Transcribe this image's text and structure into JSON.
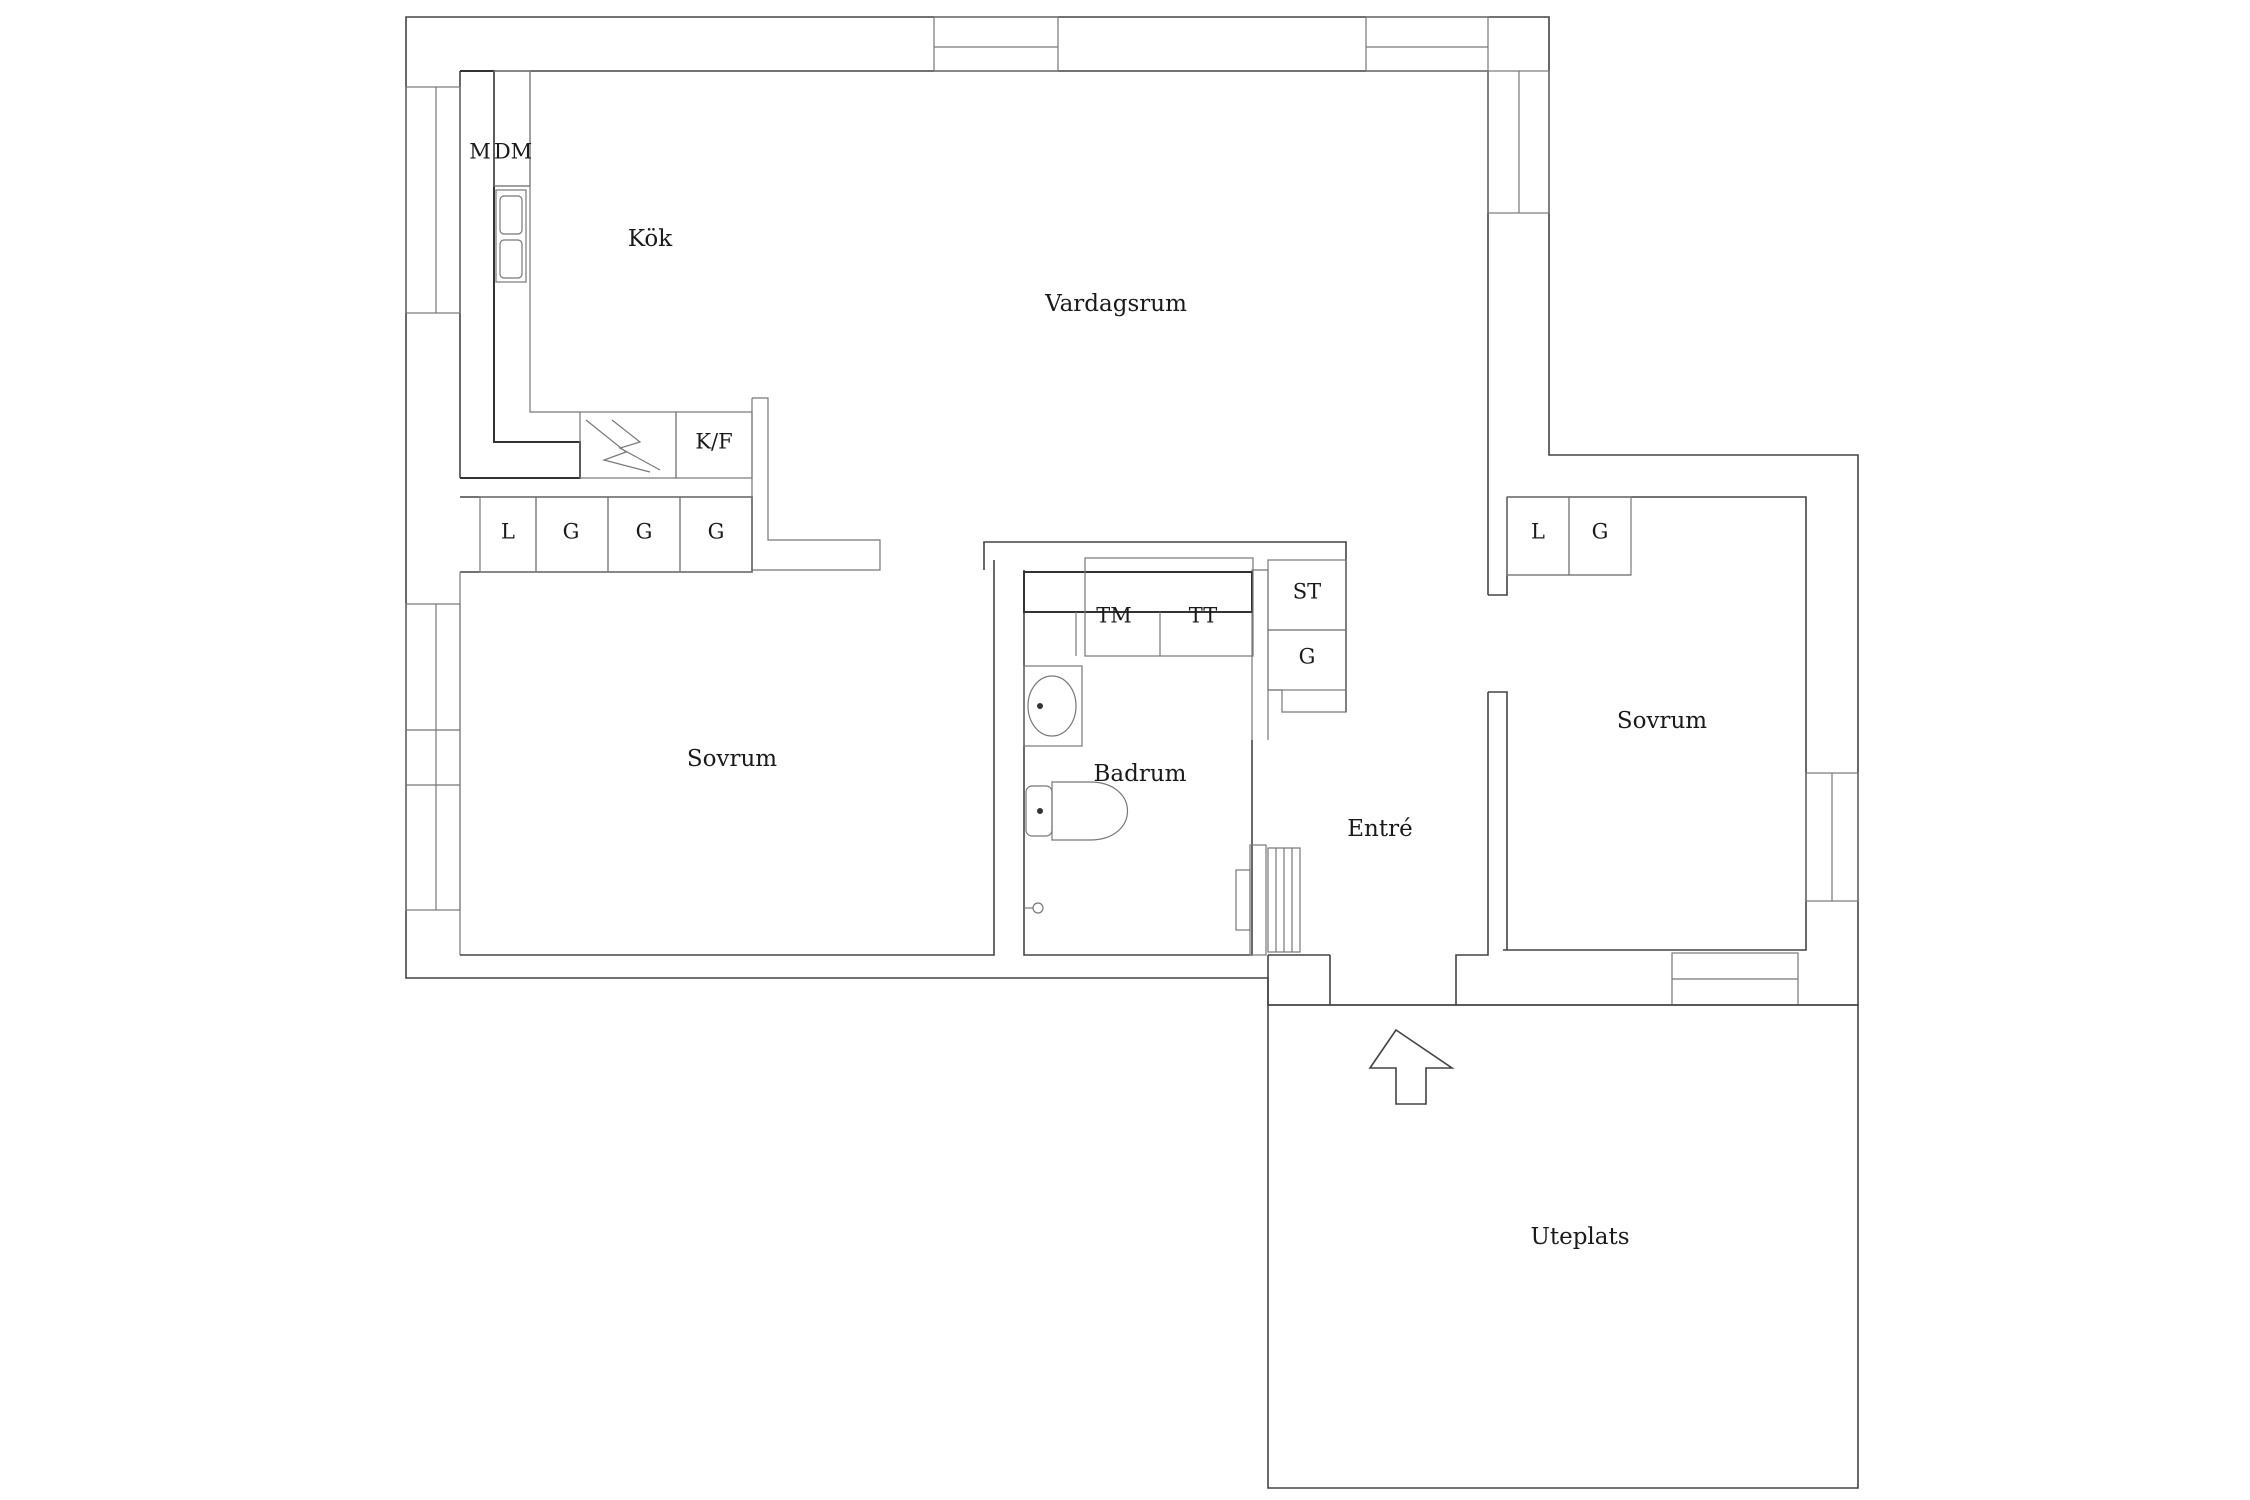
{
  "rooms": {
    "kitchen": "Kök",
    "living": "Vardagsrum",
    "bedroom_left": "Sovrum",
    "bathroom": "Badrum",
    "entrance": "Entré",
    "bedroom_right": "Sovrum",
    "patio": "Uteplats"
  },
  "fixtures": {
    "microwave": "M",
    "dishwasher": "DM",
    "fridge_freezer": "K/F",
    "left_l": "L",
    "left_g1": "G",
    "left_g2": "G",
    "left_g3": "G",
    "washer": "TM",
    "dryer": "TT",
    "dryer_cabinet": "ST",
    "hall_g": "G",
    "right_l": "L",
    "right_g": "G"
  },
  "icons": {
    "entry": "entry-arrow-icon",
    "sink": "washbasin-icon",
    "toilet": "toilet-icon",
    "stove": "stove-icon",
    "radiator": "radiator-icon"
  }
}
